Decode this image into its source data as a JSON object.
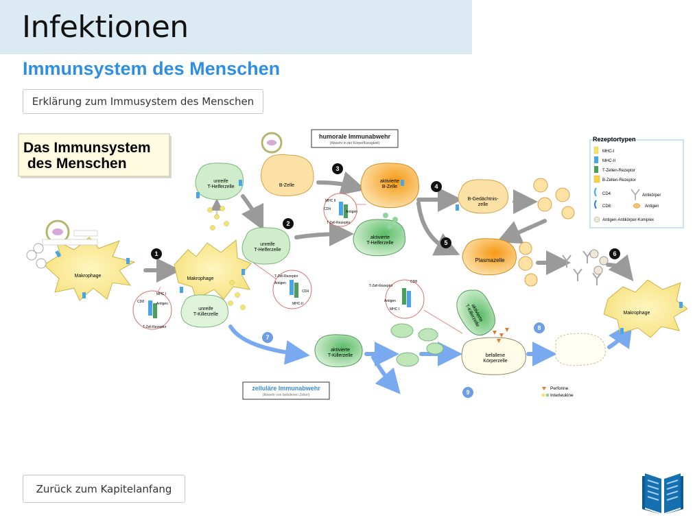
{
  "header": {
    "title": "Infektionen",
    "subtitle": "Immunsystem des Menschen"
  },
  "buttons": {
    "explain_label": "Erklärung zum Immusystem des Menschen",
    "back_label": "Zurück zum Kapitelanfang"
  },
  "diagram": {
    "title_line1": "Das Immunsystem",
    "title_line2": " des Menschen",
    "humoral_title": "humorale Immunabwehr",
    "humoral_sub": "(Abwehr in der Körperflüssigkeit)",
    "cellular_title": "zelluläre Immunabwehr",
    "cellular_sub": "(Abwehr von befallenen Zellen)",
    "cells": {
      "makrophage_left": "Makrophage",
      "makrophage_mid": "Makrophage",
      "makrophage_right": "Makrophage",
      "unreife_t_helfer_1a": "unreife",
      "unreife_t_helfer_1b": "T-Helferzelle",
      "unreife_t_helfer_2a": "unreife",
      "unreife_t_helfer_2b": "T-Helferzelle",
      "unreife_t_killer_a": "unreife",
      "unreife_t_killer_b": "T-Killerzelle",
      "b_zelle": "B-Zelle",
      "aktivierte_b_a": "aktivierte",
      "aktivierte_b_b": "B-Zelle",
      "aktivierte_t_helfer_a": "aktivierte",
      "aktivierte_t_helfer_b": "T-Helferzelle",
      "gedaechtnis_a": "B-Gedächtnis-",
      "gedaechtnis_b": "zelle",
      "plasmazelle": "Plasmazelle",
      "aktivierte_t_killer_a": "aktivierte",
      "aktivierte_t_killer_b": "T-Killerzelle",
      "aktivierte_t_killer_rot_a": "aktivierte",
      "aktivierte_t_killer_rot_b": "T-Killerzelle",
      "befallene_a": "befallene",
      "befallene_b": "Körperzelle"
    },
    "details": {
      "mhc1": "MHC I",
      "mhc1_b": "MHC I",
      "mhc2": "MHC II",
      "mhc2_b": "MHC II",
      "mhc2_c": "MHC-II",
      "cd4": "CD4",
      "cd4_b": "CD4",
      "cd8": "CD8",
      "cd8_b": "CD8",
      "antigen": "Antigen",
      "antigen_b": "Antigen",
      "antigen_c": "Antigen",
      "antigen_d": "Antigen",
      "tzell_rezeptor": "T-Zell-Rezeptor",
      "tzell_rezeptor_b": "T-Zell-Rezeptor",
      "tzell_rezeptor_c": "T-Zell-Rezeptor",
      "tzell_rezeptor_d": "T-Zell-Rezeptor"
    },
    "steps": [
      "1",
      "2",
      "3",
      "4",
      "5",
      "6",
      "7",
      "8",
      "9"
    ],
    "legend": {
      "title": "Rezeptortypen",
      "items": [
        "MHC-I",
        "MHC-II",
        "T-Zellen-Rezeptor",
        "B-Zellen-Rezeptor",
        "CD4",
        "CD8",
        "Antikörper",
        "Antigen",
        "Antigen-Antikörper-Komplex"
      ],
      "perforine": "Perforine",
      "interleukine": "Interleukine"
    },
    "colors": {
      "macrophage": "#f7e99a",
      "b_cell": "#fbe1a6",
      "b_cell_active": "#f7a51f",
      "t_helper": "#cfeccb",
      "t_helper_active": "#6cc276",
      "t_killer": "#def3da",
      "grey_arrow": "#9a9a9a",
      "blue_arrow": "#79aaf0",
      "receptor_blue": "#48a6e6",
      "perforine": "#e07a2c",
      "accent": "#2e8fe0",
      "icon_blue": "#1670b0"
    }
  }
}
